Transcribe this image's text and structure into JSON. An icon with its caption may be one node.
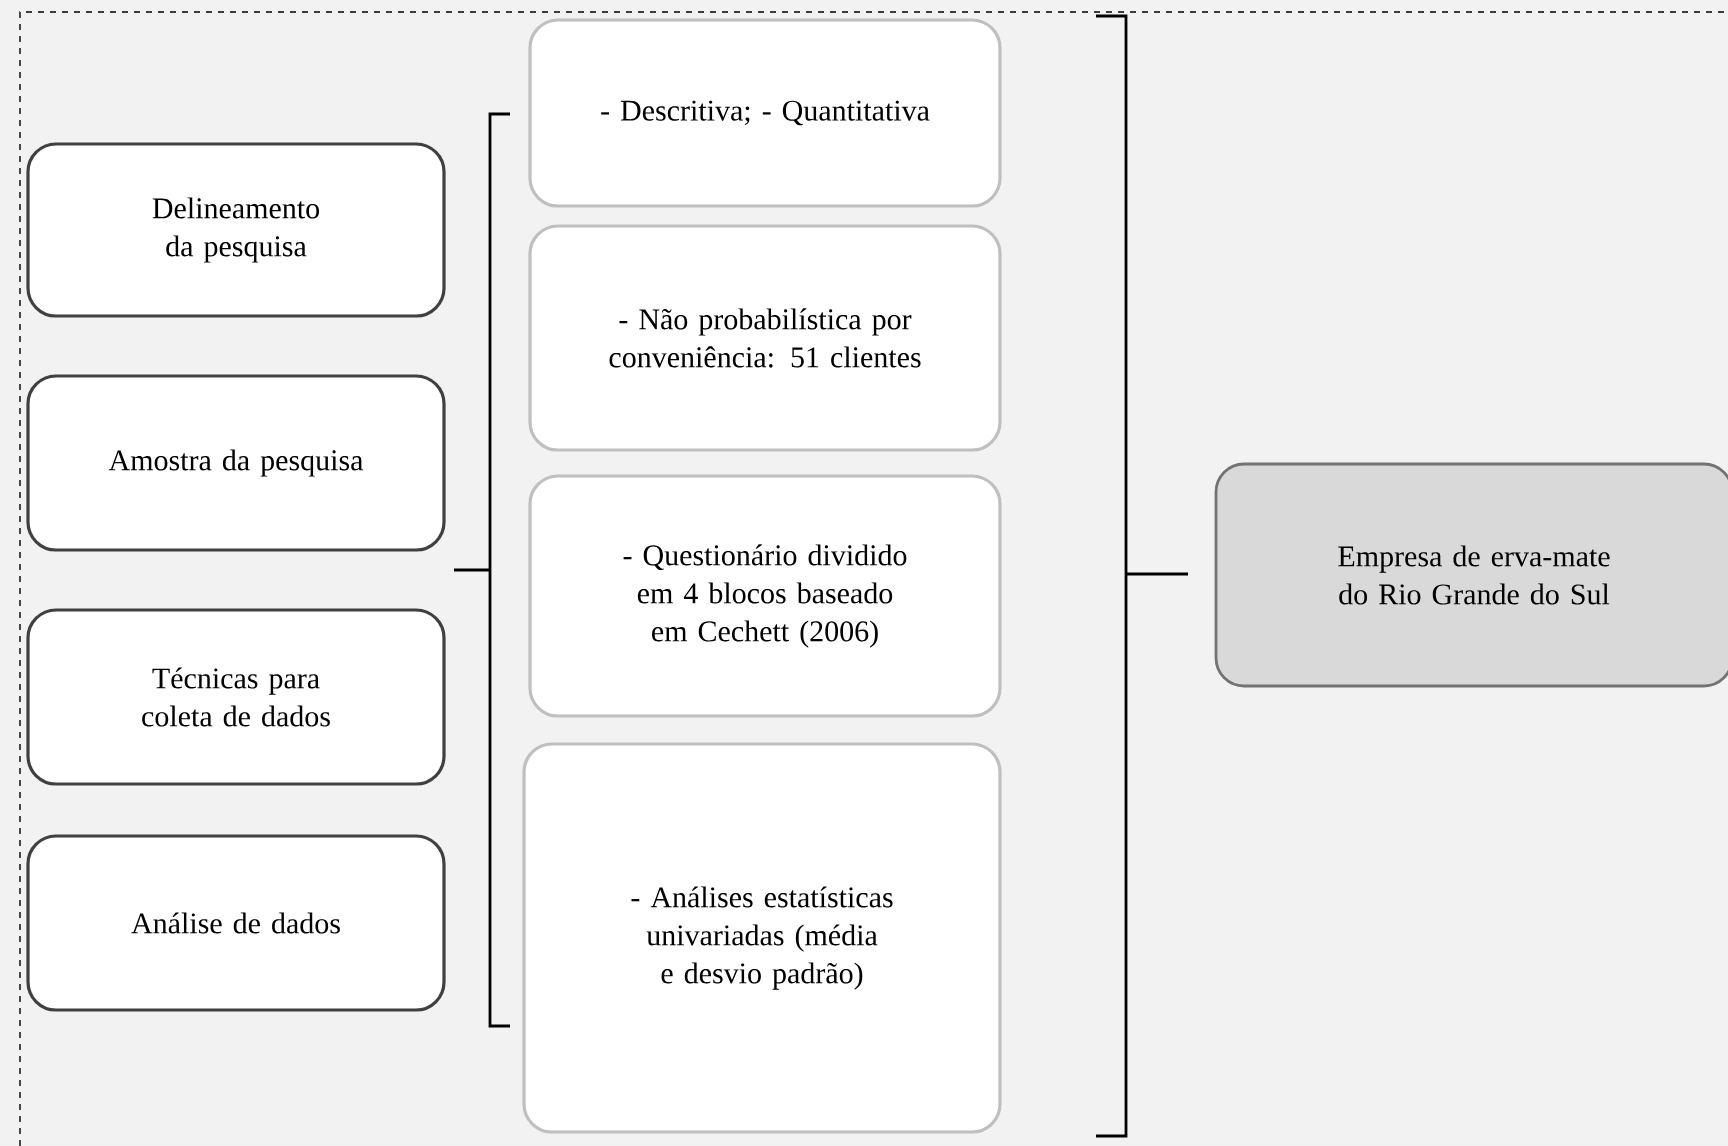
{
  "diagram": {
    "nodes": [
      {
        "text": [
          "Delineamento da pesquisa"
        ]
      },
      {
        "text": [
          "Amostra da pesquisa"
        ]
      },
      {
        "text": [
          "Técnicas para coleta de dados"
        ]
      },
      {
        "text": [
          "Análise de dados"
        ]
      },
      {
        "text": [
          "- Descritiva; - Quantitativa"
        ]
      },
      {
        "text": [
          "- Não probabilística por conveniência: 51 clientes"
        ]
      },
      {
        "text": [
          "- Questionário dividido em 4 blocos baseado em Cechett (2006)"
        ]
      },
      {
        "text": [
          "- Análises estatísticas univariadas (média e desvio padrão)"
        ]
      },
      {
        "text": [
          "Empresa de erva-mate do Rio Grande do Sul"
        ]
      }
    ]
  }
}
